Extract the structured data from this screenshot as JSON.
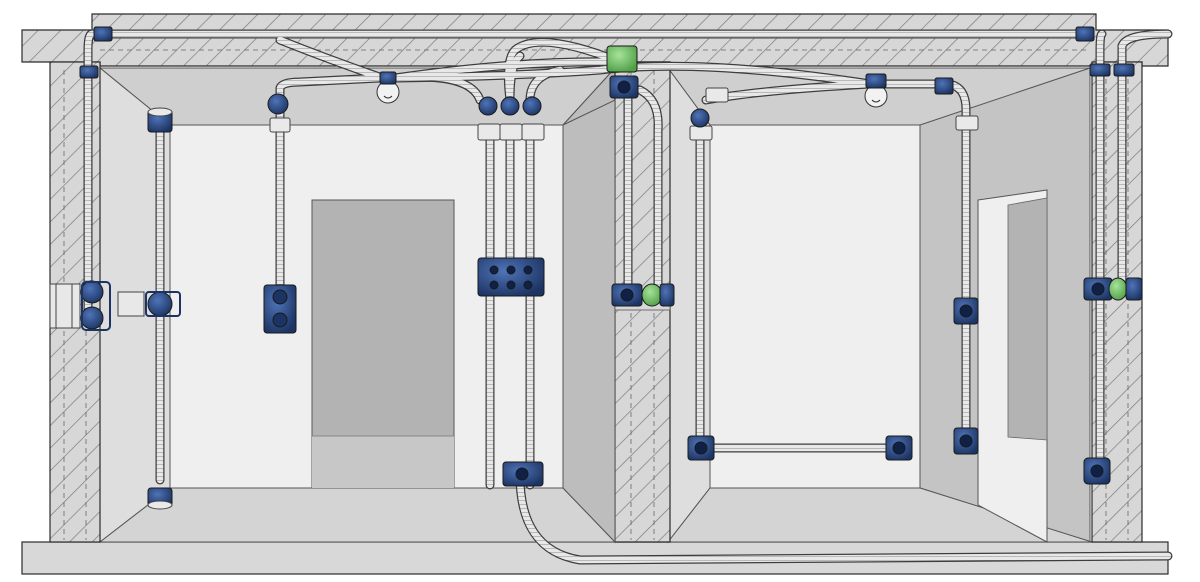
{
  "diagram": {
    "kind": "electrical-conduit-installation-cutaway",
    "colors": {
      "background": "#ffffff",
      "wall_section": "#d7d7d7",
      "hatch": "#7c7c7c",
      "ceiling_face": "#cfcfcf",
      "back_wall": "#efefef",
      "side_wall_left": "#dcdcdc",
      "side_wall_dark": "#bdbdbd",
      "door_opening": "#b3b3b3",
      "floor": "#d2d2d2",
      "conduit": "#e6e6e6",
      "conduit_outline": "#3d3d3d",
      "fitting_blue": "#2f4e86",
      "fitting_blue_dark": "#1c3463",
      "fitting_green": "#74c96a",
      "outline": "#2b2b2b"
    },
    "components": [
      {
        "id": "lamp-outlet-left",
        "icon": "lamp-outlet-icon"
      },
      {
        "id": "lamp-outlet-right",
        "icon": "lamp-outlet-icon"
      },
      {
        "id": "distribution-panel",
        "icon": "panel-icon"
      },
      {
        "id": "junction-box-green",
        "icon": "junction-box-icon"
      },
      {
        "id": "junction-box-floor",
        "icon": "junction-box-icon"
      }
    ]
  }
}
